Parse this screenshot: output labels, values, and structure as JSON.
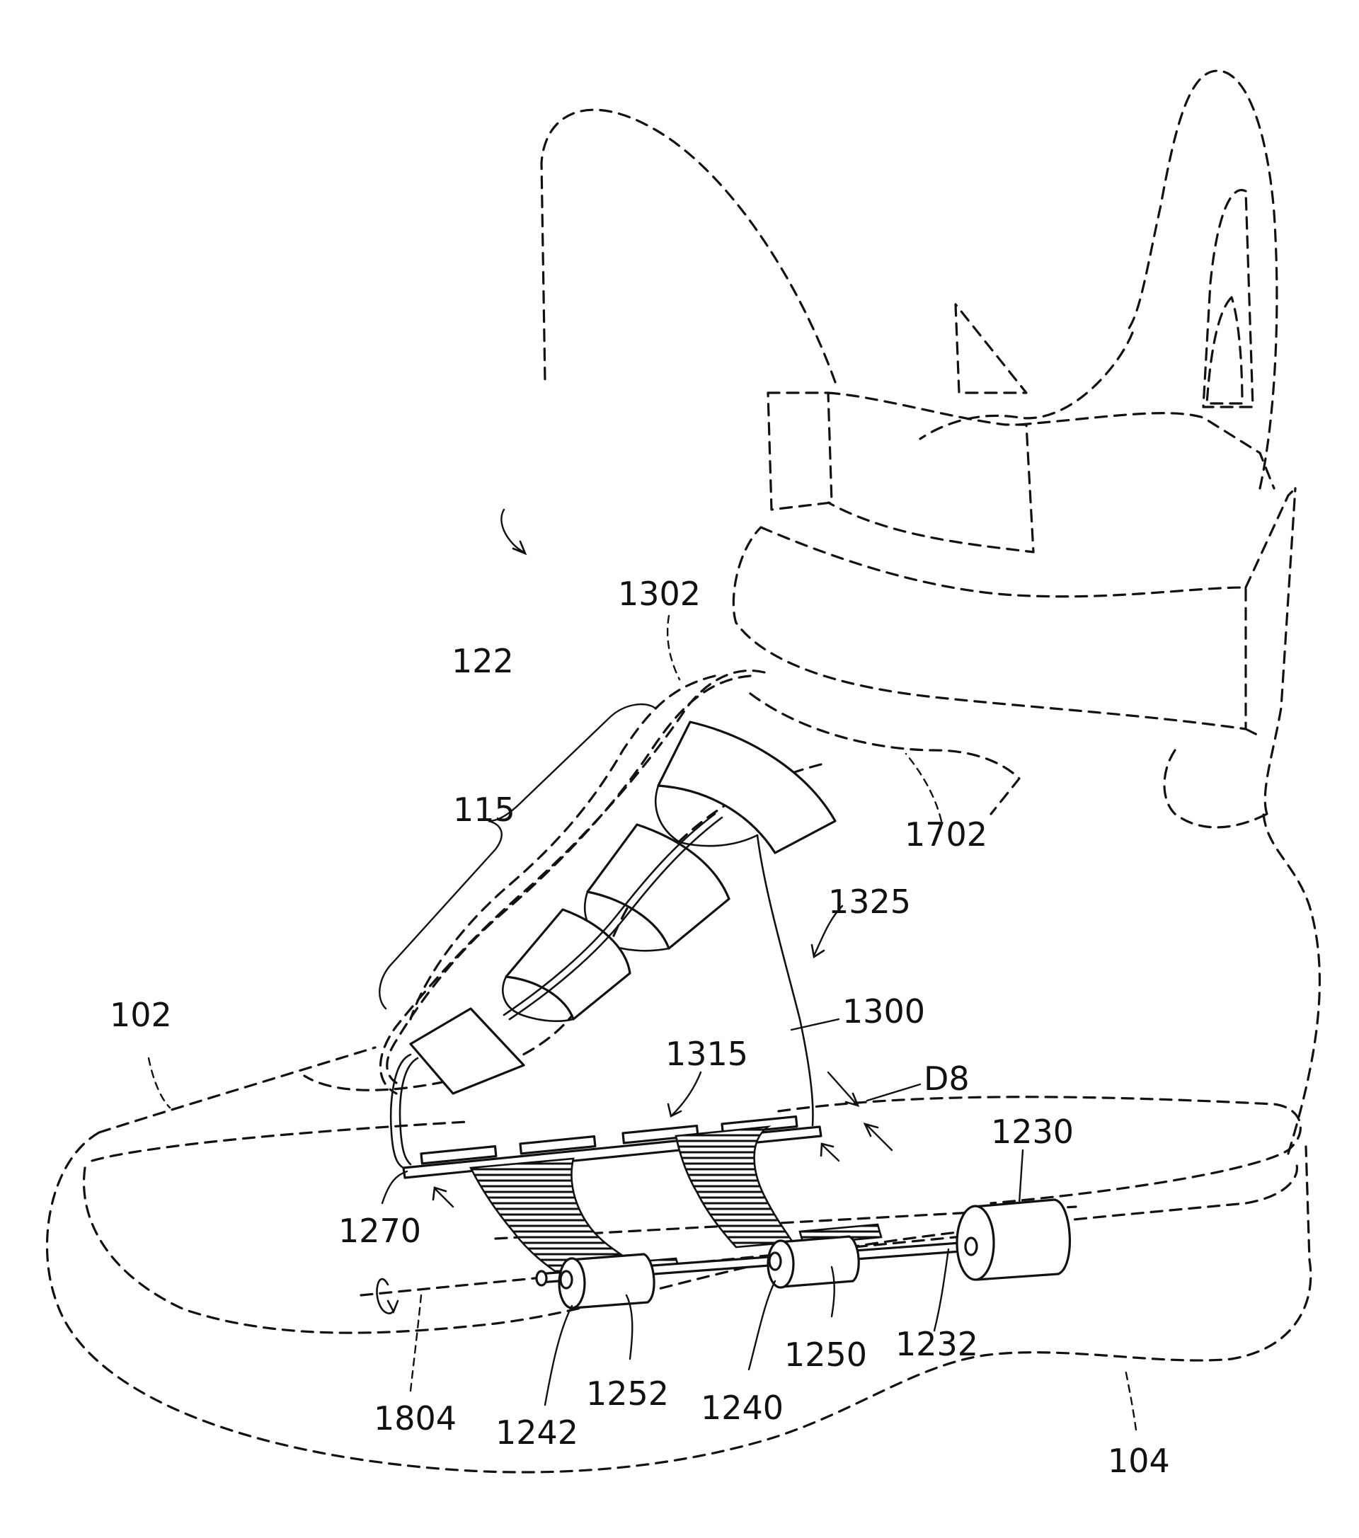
{
  "figure": {
    "labels": {
      "shoe_upper": "102",
      "sole": "104",
      "lace_segments": "115",
      "lacing_system": "122",
      "motor": "1230",
      "motor_shaft": "1232",
      "spool_a": "1240",
      "spool_b": "1242",
      "strap_a": "1250",
      "strap_b": "1252",
      "cable_end": "1270",
      "lace_cable": "1300",
      "cable_guide": "1302",
      "bar_assembly": "1315",
      "lace_path": "1325",
      "collar_region": "1702",
      "rotation_axis": "1804",
      "distance": "D8"
    }
  }
}
